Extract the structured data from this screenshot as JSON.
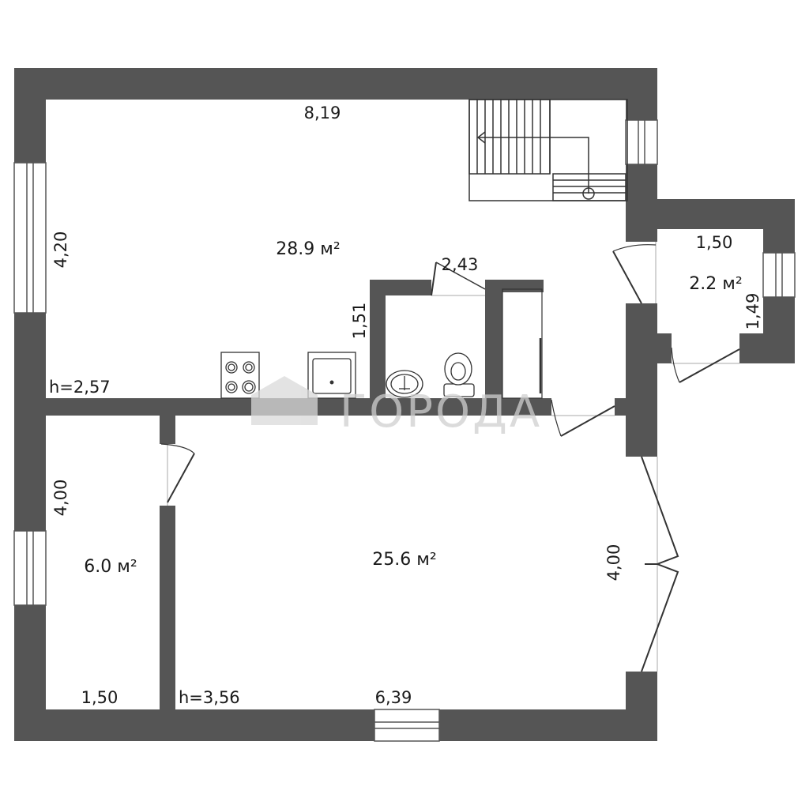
{
  "watermark": "ГОРОДА",
  "colors": {
    "wall": "#555555",
    "line": "#333333",
    "background": "#ffffff"
  },
  "rooms": {
    "main": {
      "area": "28.9 м²",
      "width": "8,19",
      "depth": "4,20",
      "height": "h=2,57"
    },
    "balcony": {
      "area": "2.2 м²",
      "width": "1,50",
      "depth": "1,49"
    },
    "bath": {
      "width": "2,43",
      "depth": "1,51"
    },
    "small_room": {
      "area": "6.0 м²",
      "depth": "4,00",
      "width": "1,50"
    },
    "large_room": {
      "area": "25.6 м²",
      "width": "6,39",
      "depth": "4,00",
      "height": "h=3,56"
    }
  },
  "fixtures": {
    "stove": "stove-icon",
    "kitchen_sink": "kitchen-sink-icon",
    "washbasin": "washbasin-icon",
    "toilet": "toilet-icon",
    "staircase": "staircase-icon"
  }
}
